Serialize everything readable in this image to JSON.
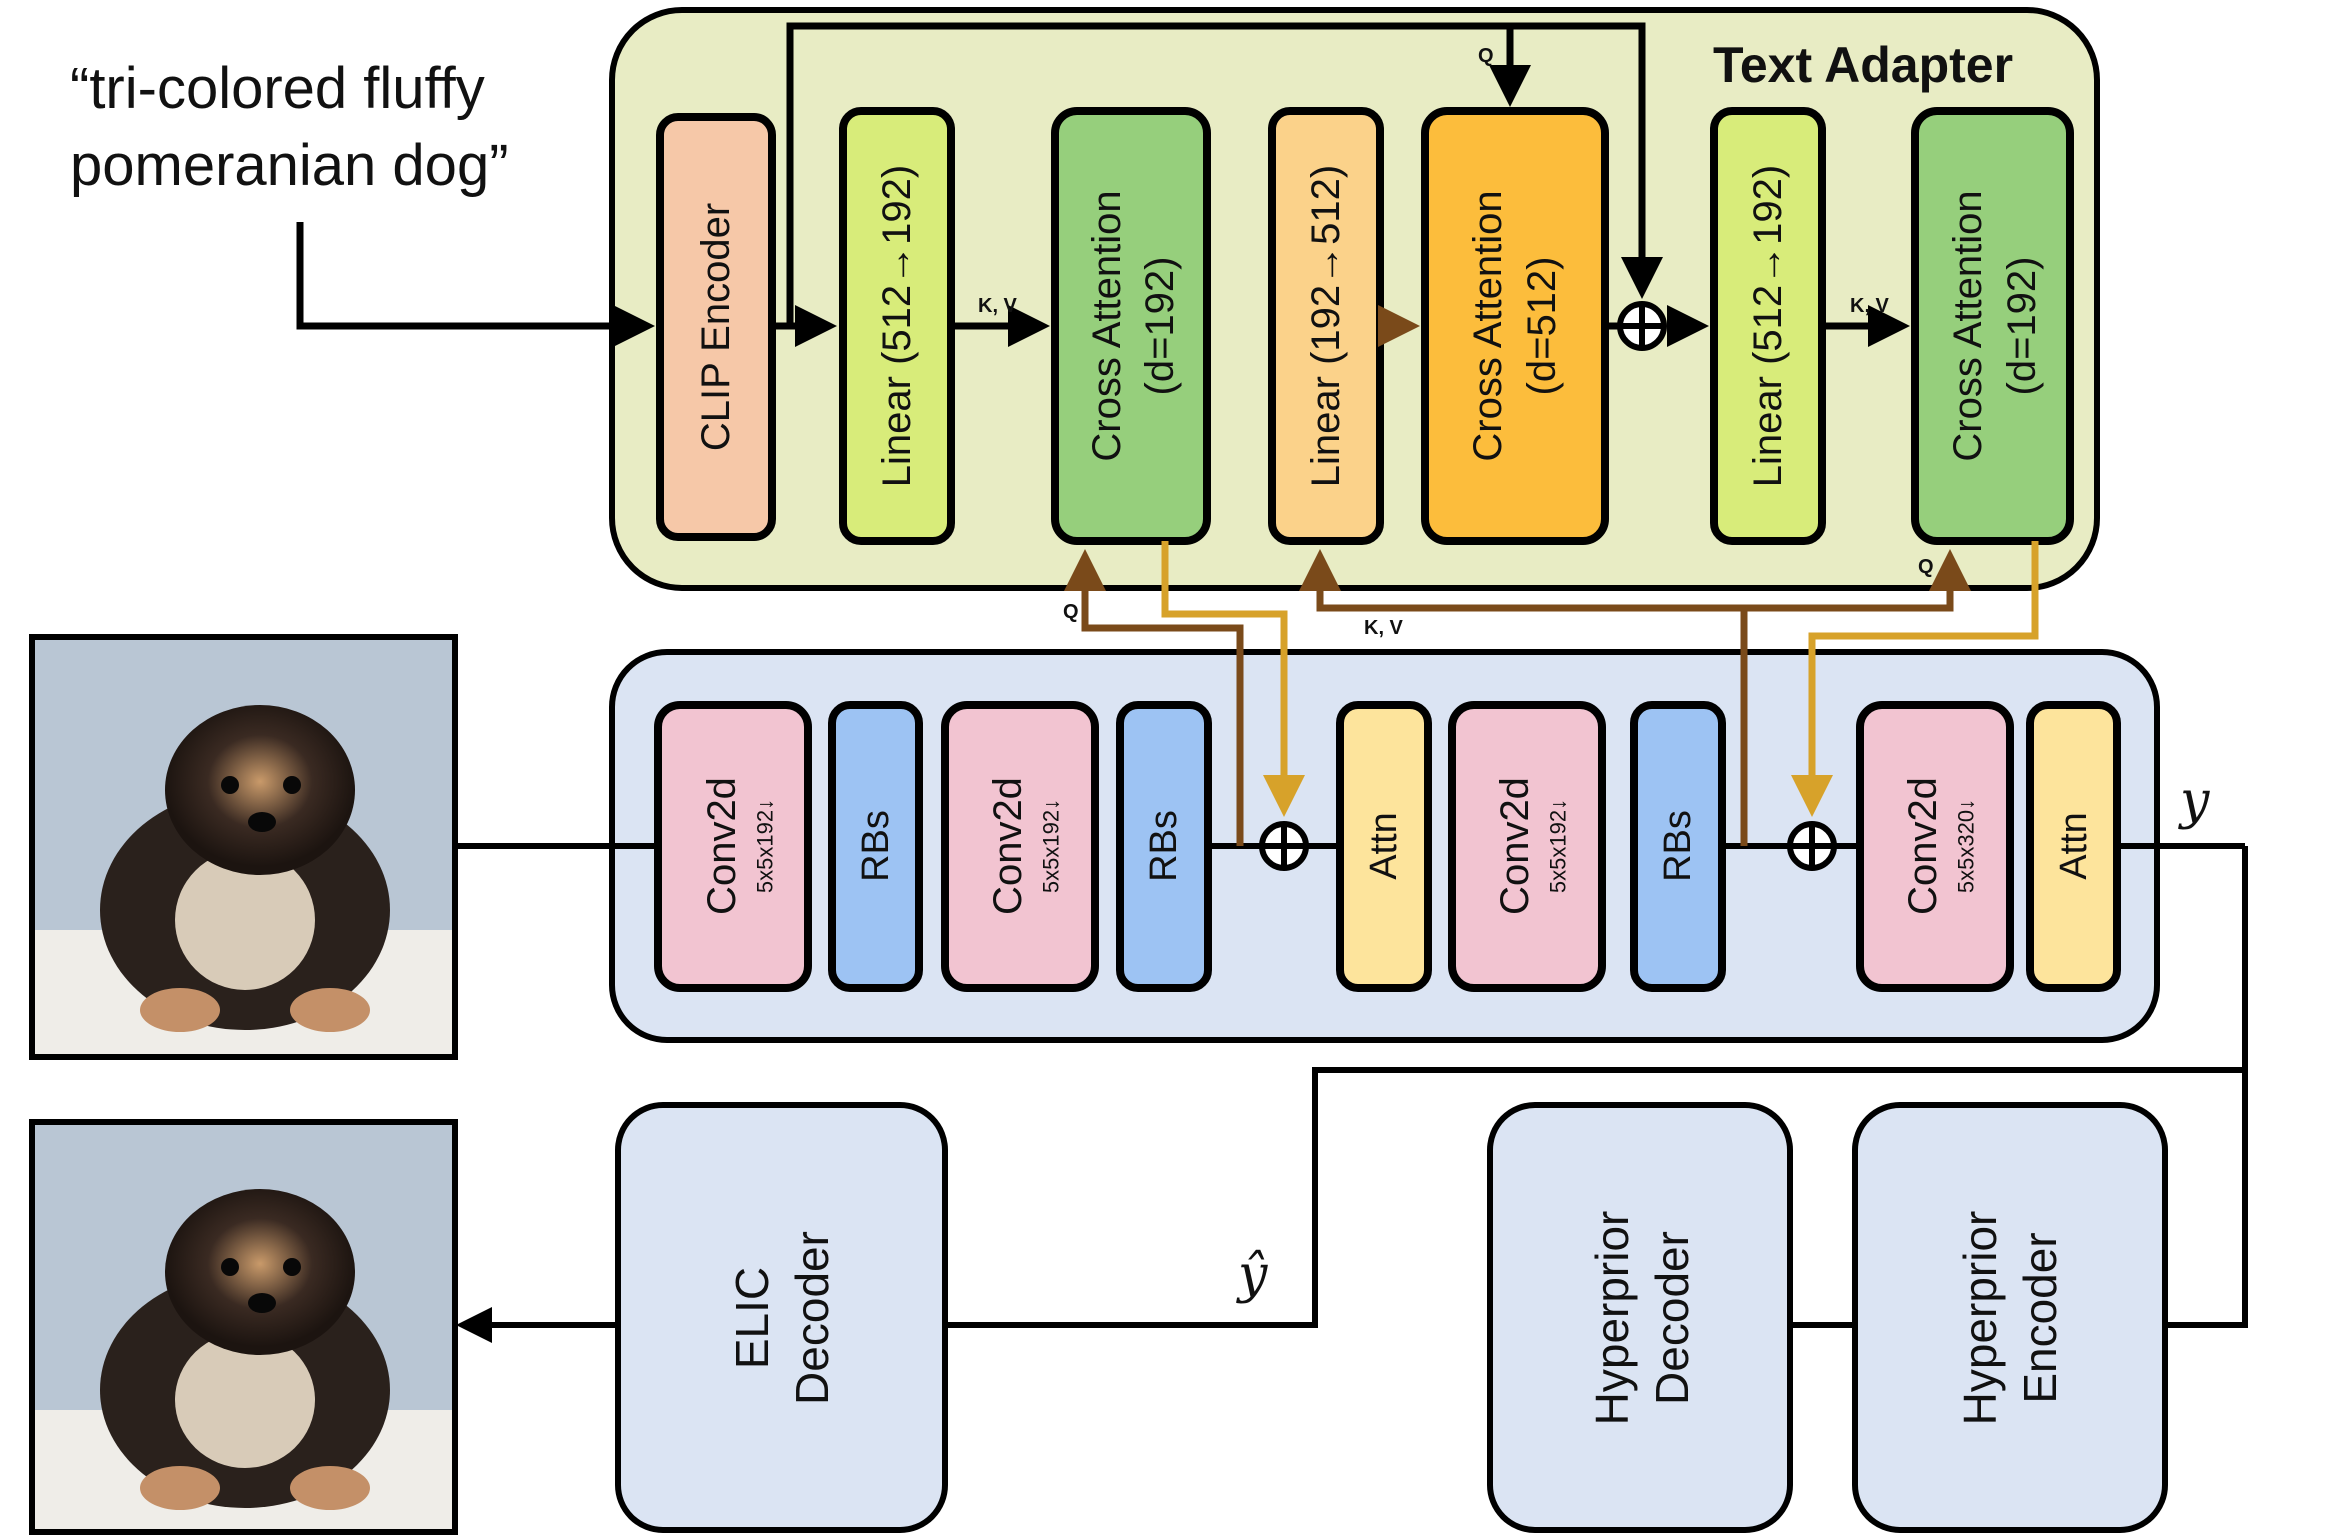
{
  "prompt": {
    "line1": "“tri-colored fluffy",
    "line2": "pomeranian dog”"
  },
  "adapter": {
    "title": "Text Adapter",
    "clip": "CLIP Encoder",
    "linear1": "Linear (512→192)",
    "ca1_l1": "Cross Attention",
    "ca1_l2": "(d=192)",
    "linear2": "Linear (192→512)",
    "ca2_l1": "Cross Attention",
    "ca2_l2": "(d=512)",
    "linear3": "Linear (512→192)",
    "ca3_l1": "Cross Attention",
    "ca3_l2": "(d=192)"
  },
  "encoder": {
    "conv1": "Conv2d",
    "conv1_sub": "5x5x192↓",
    "rb1": "RBs",
    "conv2": "Conv2d",
    "conv2_sub": "5x5x192↓",
    "rb2": "RBs",
    "attn1": "Attn",
    "conv3": "Conv2d",
    "conv3_sub": "5x5x192↓",
    "rb3": "RBs",
    "conv4": "Conv2d",
    "conv4_sub": "5x5x320↓",
    "attn2": "Attn"
  },
  "decoder": {
    "elic_l1": "ELIC",
    "elic_l2": "Decoder",
    "hd_l1": "Hyperprior",
    "hd_l2": "Decoder",
    "he_l1": "Hyperprior",
    "he_l2": "Encoder"
  },
  "arrow_labels": {
    "kv": "K, V",
    "q": "Q"
  },
  "symbols": {
    "y": "y",
    "yhat": "ŷ"
  },
  "colors": {
    "adapter_bg": "#e8ecc4",
    "encoder_bg": "#dbe4f3",
    "decoder_bg": "#dbe4f3",
    "clip": "#f6c8a8",
    "linear_green": "#d8ec7a",
    "cross_green": "#96cf7c",
    "linear_orange": "#fbd28a",
    "cross_orange": "#fcbd3c",
    "conv_pink": "#f2c4d1",
    "rb_blue": "#9dc3f3",
    "attn_yellow": "#fde49c",
    "brown_arrow": "#7a4a1a",
    "gold_arrow": "#d7a22a"
  }
}
